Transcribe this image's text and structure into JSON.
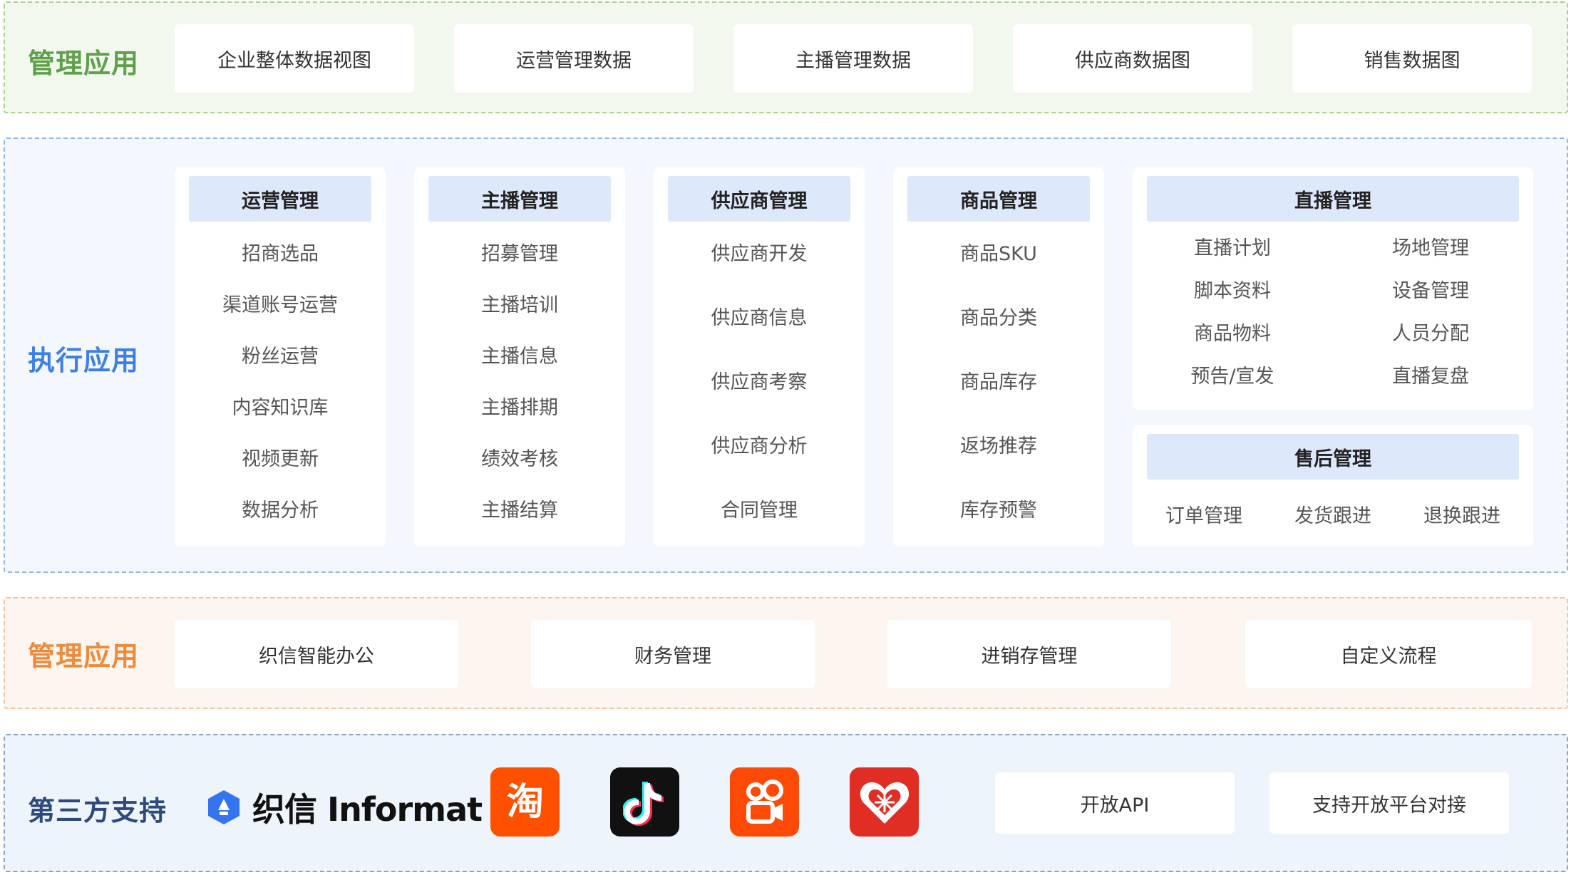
{
  "top": {
    "title": "管理应用",
    "cards": [
      "企业整体数据视图",
      "运营管理数据",
      "主播管理数据",
      "供应商数据图",
      "销售数据图"
    ]
  },
  "exec": {
    "title": "执行应用",
    "panels": [
      {
        "title": "运营管理",
        "items": [
          "招商选品",
          "渠道账号运营",
          "粉丝运营",
          "内容知识库",
          "视频更新",
          "数据分析"
        ]
      },
      {
        "title": "主播管理",
        "items": [
          "招募管理",
          "主播培训",
          "主播信息",
          "主播排期",
          "绩效考核",
          "主播结算"
        ]
      },
      {
        "title": "供应商管理",
        "items": [
          "供应商开发",
          "供应商信息",
          "供应商考察",
          "供应商分析",
          "合同管理"
        ]
      },
      {
        "title": "商品管理",
        "items": [
          "商品SKU",
          "商品分类",
          "商品库存",
          "返场推荐",
          "库存预警"
        ]
      }
    ],
    "live": {
      "title": "直播管理",
      "left": [
        "直播计划",
        "脚本资料",
        "商品物料",
        "预告/宣发"
      ],
      "right": [
        "场地管理",
        "设备管理",
        "人员分配",
        "直播复盘"
      ]
    },
    "after": {
      "title": "售后管理",
      "items": [
        "订单管理",
        "发货跟进",
        "退换跟进"
      ]
    }
  },
  "mgmt2": {
    "title": "管理应用",
    "cards": [
      "织信智能办公",
      "财务管理",
      "进销存管理",
      "自定义流程"
    ]
  },
  "third": {
    "title": "第三方支持",
    "logo_text": "织信 Informat",
    "apps": [
      {
        "icon": "taobao-icon",
        "color": "#ff5000"
      },
      {
        "icon": "douyin-icon",
        "color": "#111111"
      },
      {
        "icon": "kuaishou-icon",
        "color": "#ff4906"
      },
      {
        "icon": "pinduoduo-icon",
        "color": "#e02e24"
      }
    ],
    "cards": [
      "开放API",
      "支持开放平台对接"
    ]
  }
}
